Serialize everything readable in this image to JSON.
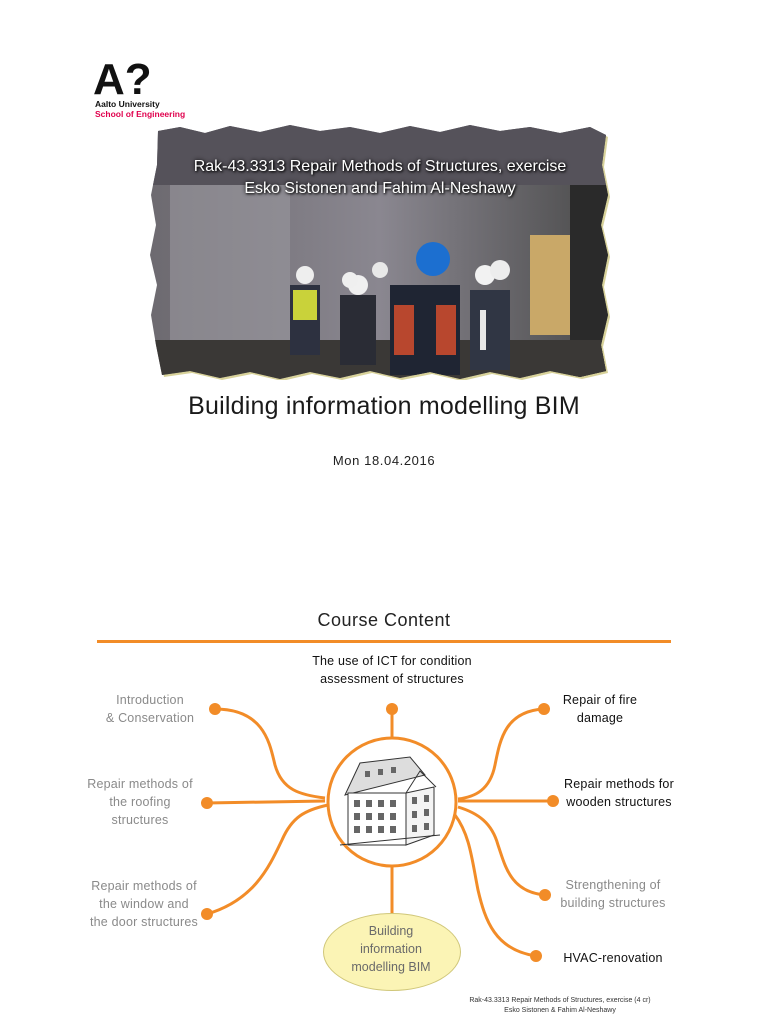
{
  "logo": {
    "mark": "A?",
    "university": "Aalto University",
    "school": "School of Engineering"
  },
  "photo": {
    "title_line1": "Rak-43.3313 Repair Methods of Structures, exercise",
    "title_line2": "Esko Sistonen and Fahim Al-Neshawy"
  },
  "title": "Building information modelling BIM",
  "date": "Mon 18.04.2016",
  "course": {
    "heading": "Course Content",
    "center_line1": "Building",
    "center_line2": "information",
    "center_line3": "modelling BIM",
    "topics": {
      "ict_line1": "The use of ICT for condition",
      "ict_line2": "assessment of structures",
      "intro_line1": "Introduction",
      "intro_line2": "& Conservation",
      "roof_line1": "Repair methods of",
      "roof_line2": "the roofing",
      "roof_line3": "structures",
      "window_line1": "Repair methods of",
      "window_line2": "the window and",
      "window_line3": "the door structures",
      "fire_line1": "Repair of fire",
      "fire_line2": "damage",
      "wood_line1": "Repair methods for",
      "wood_line2": "wooden structures",
      "strength_line1": "Strengthening of",
      "strength_line2": "building structures",
      "hvac": "HVAC-renovation"
    },
    "accent_color": "#f28c28"
  },
  "footer": {
    "line1": "Rak-43.3313 Repair Methods of Structures, exercise (4 cr)",
    "line2": "Esko Sistonen & Fahim Al-Neshawy"
  }
}
